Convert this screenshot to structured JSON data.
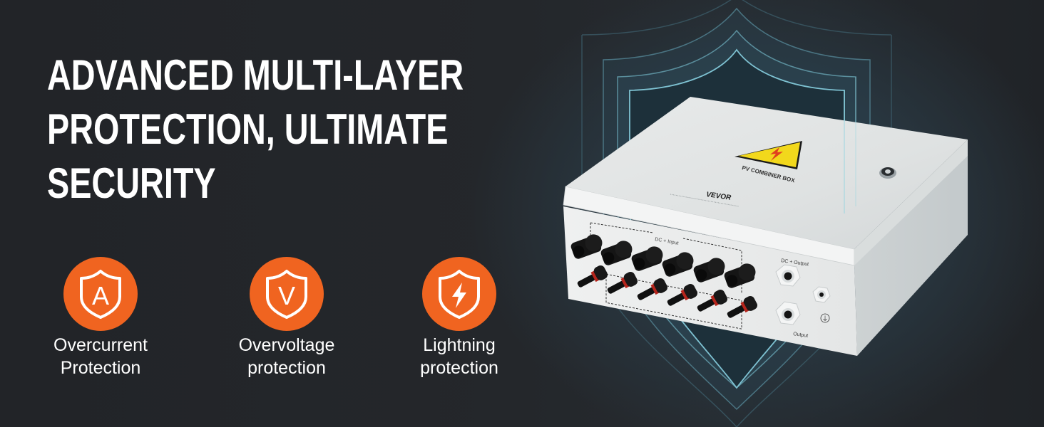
{
  "headline": {
    "lines": [
      "ADVANCED MULTI-LAYER",
      "PROTECTION, ULTIMATE",
      "SECURITY"
    ]
  },
  "features": [
    {
      "icon": "shield-a-icon",
      "glyph": "A",
      "line1": "Overcurrent",
      "line2": "Protection"
    },
    {
      "icon": "shield-v-icon",
      "glyph": "V",
      "line1": "Overvoltage",
      "line2": "protection"
    },
    {
      "icon": "shield-lightning-icon",
      "glyph": "⚡",
      "line1": "Lightning",
      "line2": "protection"
    }
  ],
  "product": {
    "warning_label": "PV COMBINER BOX",
    "brand": "VEVOR",
    "input_label": "DC + Input",
    "output_label_top": "DC + Output",
    "output_label_bottom": "Output",
    "ground_symbol": "⏚"
  },
  "colors": {
    "background": "#232529",
    "accent_orange": "#f06420",
    "shield_line": "#6fb3c4",
    "text": "#ffffff"
  }
}
